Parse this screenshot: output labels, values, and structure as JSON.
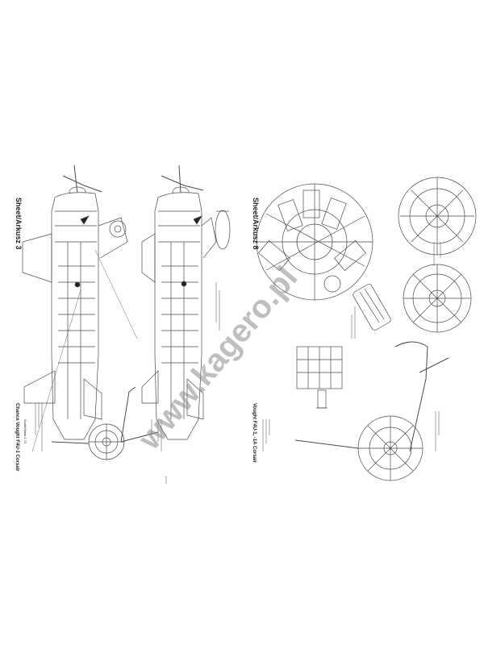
{
  "sheets": {
    "left": {
      "title": "Sheet/Arkusz 3",
      "aircraft": "Chance Vought F4U-1 Corsair",
      "scale": "Scale/Skala 1:72"
    },
    "right": {
      "title": "Sheet/Arkusz 8",
      "aircraft": "Vought F4U-1, -1A Corsair"
    }
  },
  "watermark": "www.kagero.pl",
  "colors": {
    "line": "#4a4a4a",
    "watermark": "#8a8a8a"
  }
}
